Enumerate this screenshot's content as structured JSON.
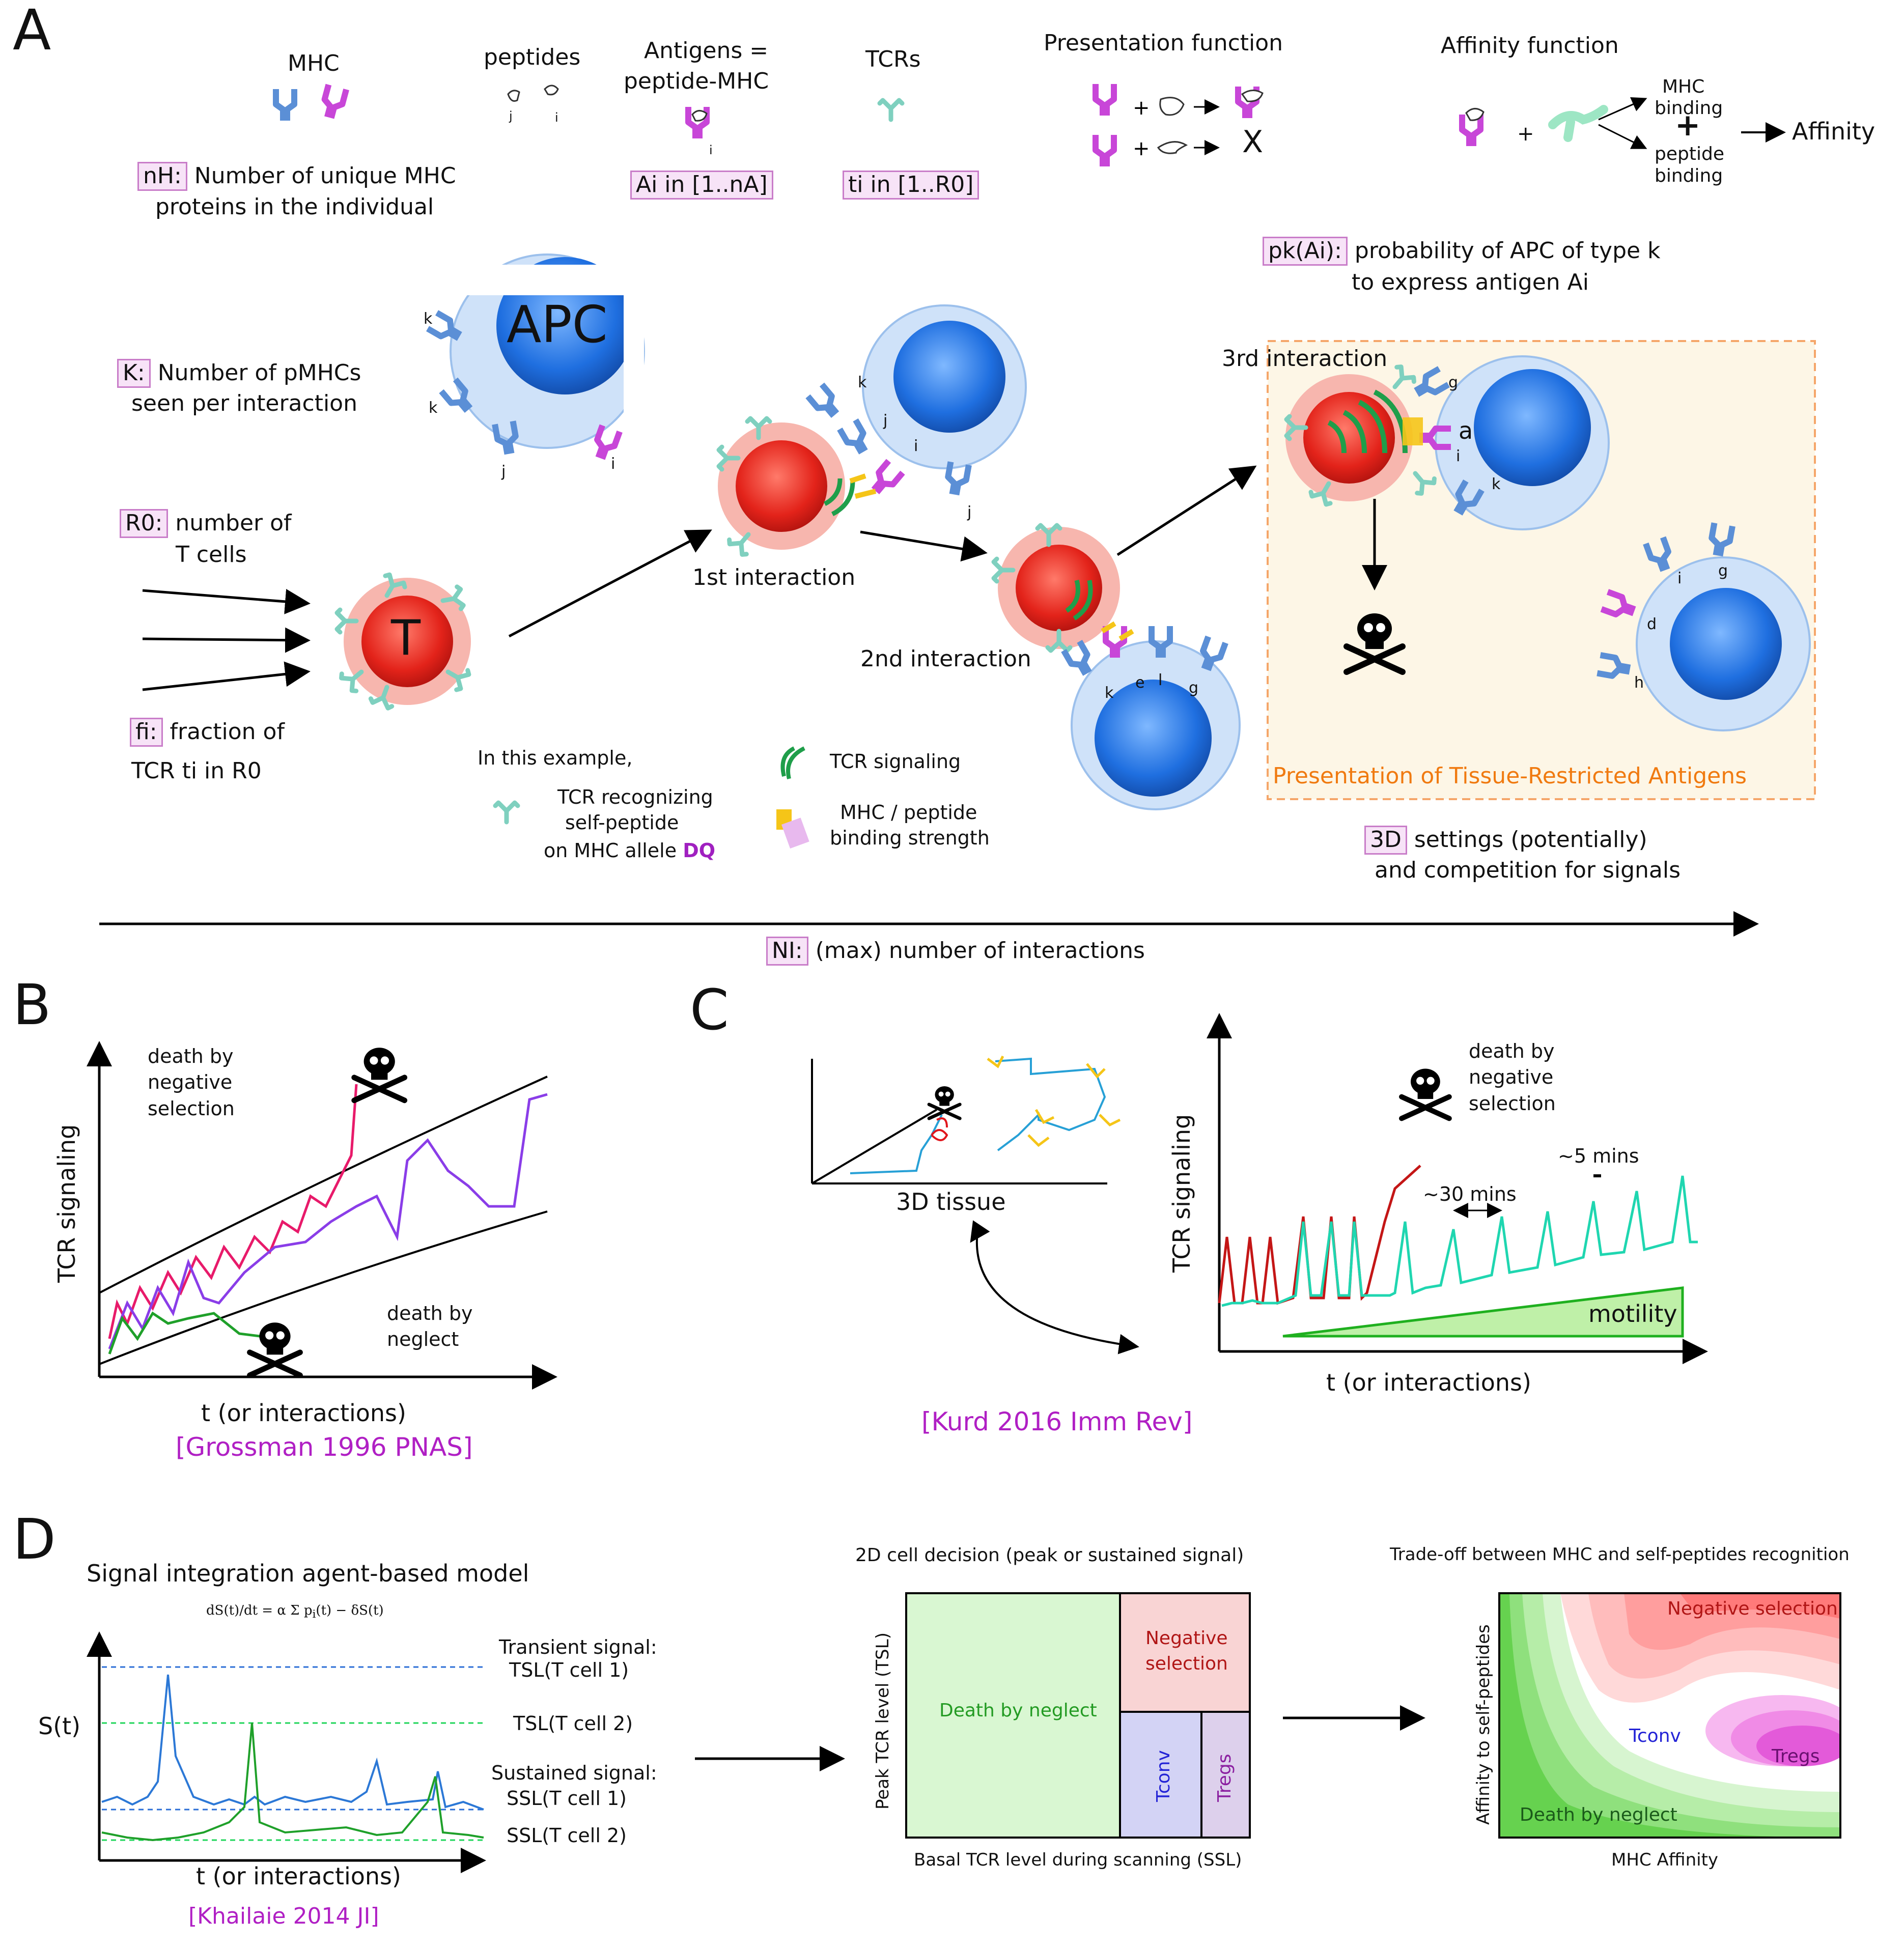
{
  "panels": {
    "a": "A",
    "b": "B",
    "c": "C",
    "d": "D"
  },
  "top": {
    "mhc": "MHC",
    "peptides": "peptides",
    "pep_j": "j",
    "pep_i": "i",
    "antigens_line1": "Antigens =",
    "antigens_line2": "peptide-MHC",
    "antigen_i": "i",
    "tcrs": "TCRs",
    "presentation": "Presentation function",
    "presentation_x": "X",
    "affinity": "Affinity function",
    "mhc_binding_1": "MHC",
    "mhc_binding_2": "binding",
    "peptide_binding_1": "peptide",
    "peptide_binding_2": "binding",
    "affinity_out": "Affinity",
    "nh_box": "nH:",
    "nh_text1": "Number of unique MHC",
    "nh_text2": "proteins in the individual",
    "ai_box": "Ai in [1..nA]",
    "ti_box": "ti in [1..R0]",
    "pk_box": "pk(Ai):",
    "pk_text1": "probability of APC of type k",
    "pk_text2": "to express antigen Ai"
  },
  "middle": {
    "apc": "APC",
    "k_box": "K:",
    "k_text1": "Number of pMHCs",
    "k_text2": "seen per interaction",
    "r0_box": "R0:",
    "r0_text1": "number of",
    "r0_text2": "T cells",
    "fi_box": "fi:",
    "fi_text1": "fraction of",
    "fi_text2": "TCR ti in R0",
    "tcell": "T",
    "first": "1st interaction",
    "second": "2nd interaction",
    "third": "3rd interaction",
    "example": "In this example,",
    "tcr_rec1": "TCR recognizing",
    "tcr_rec2": "self-peptide",
    "tcr_rec3": "on MHC allele",
    "dq": "DQ",
    "tcr_signal": "TCR signaling",
    "binding1": "MHC / peptide",
    "binding2": "binding strength",
    "tra": "Presentation of Tissue-Restricted Antigens",
    "threed_box": "3D",
    "threed_text1": "settings (potentially)",
    "threed_text2": "and competition for signals",
    "ni_box": "NI:",
    "ni_text": "(max) number of interactions",
    "letters": {
      "k1": "k",
      "k2": "k",
      "j1": "j",
      "i1": "i",
      "k3": "k",
      "j2": "j",
      "i2": "i",
      "j3": "j",
      "k4": "k",
      "e": "e",
      "l": "l",
      "g1": "g",
      "g2": "g",
      "a": "a",
      "i3": "i",
      "k5": "k",
      "i4": "i",
      "g3": "g",
      "d": "d",
      "h": "h"
    }
  },
  "panel_b": {
    "ylabel": "TCR signaling",
    "xlabel": "t (or interactions)",
    "neg": "death by\nnegative\nselection",
    "neglect": "death by\nneglect",
    "cite": "[Grossman 1996 PNAS]"
  },
  "panel_c": {
    "tissue": "3D tissue",
    "ylabel": "TCR signaling",
    "xlabel": "t (or interactions)",
    "neg": "death by\nnegative\nselection",
    "thirty": "~30 mins",
    "five": "~5 mins",
    "motility": "motility",
    "cite": "[Kurd 2016 Imm Rev]"
  },
  "panel_d": {
    "title": "Signal integration agent-based model",
    "st": "S(t)",
    "xlabel": "t (or interactions)",
    "transient": "Transient signal:",
    "tsl1": "TSL(T cell 1)",
    "tsl2": "TSL(T cell 2)",
    "sustained": "Sustained signal:",
    "ssl1": "SSL(T cell 1)",
    "ssl2": "SSL(T cell 2)",
    "cite": "[Khailaie 2014 JI]",
    "decision_title": "2D cell decision (peak or sustained signal)",
    "decision_y": "Peak TCR level (TSL)",
    "decision_x": "Basal TCR level during scanning (SSL)",
    "neglect": "Death by neglect",
    "negsel1": "Negative",
    "negsel2": "selection",
    "tconv": "Tconv",
    "tregs": "Tregs",
    "trade_title": "Trade-off between MHC and self-peptides recognition",
    "trade_y": "Affinity to self-peptides",
    "trade_x": "MHC Affinity",
    "trade_neg": "Negative selection",
    "trade_tconv": "Tconv",
    "trade_tregs": "Tregs",
    "trade_neglect": "Death by neglect"
  },
  "colors": {
    "mhc_blue": "#5b8fd6",
    "mhc_magenta": "#c846d8",
    "tcr": "#8fd6c8",
    "tcell": "#e8231b",
    "apc": "#2d78e0",
    "signal_green": "#1f9e4a",
    "cite": "#b01fc4",
    "orange": "#f07a10"
  }
}
